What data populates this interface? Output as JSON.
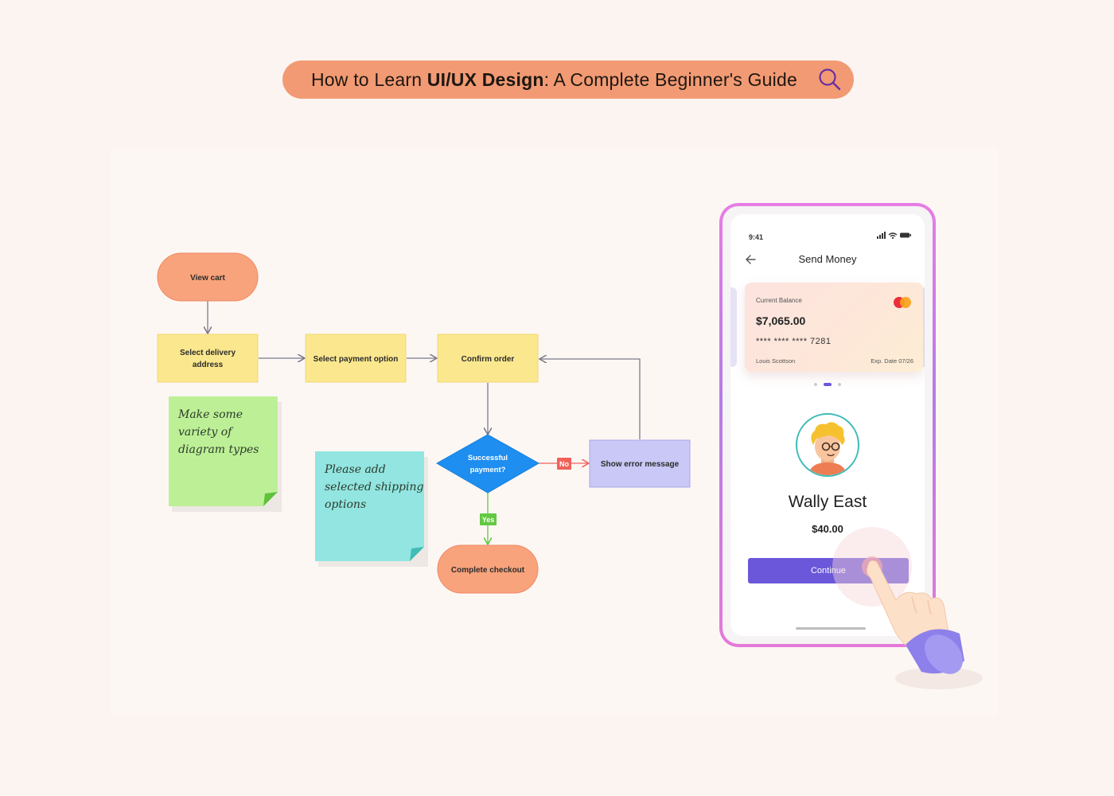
{
  "header": {
    "title_pre": "How to Learn ",
    "title_bold": "UI/UX Design",
    "title_post": ": A Complete Beginner's Guide",
    "search_icon": "search-icon",
    "pill_color": "#f29a73"
  },
  "flowchart": {
    "nodes": {
      "view_cart": "View cart",
      "select_delivery_1": "Select delivery",
      "select_delivery_2": "address",
      "select_payment": "Select payment option",
      "confirm_order": "Confirm order",
      "decision_1": "Successful",
      "decision_2": "payment?",
      "show_error": "Show error message",
      "complete_checkout": "Complete checkout"
    },
    "edge_labels": {
      "no": "No",
      "yes": "Yes"
    },
    "sticky_notes": {
      "green": [
        "Make some",
        "variety of",
        "diagram types"
      ],
      "teal": [
        "Please add",
        "selected shipping",
        "options"
      ]
    },
    "colors": {
      "terminal": "#f8a37c",
      "process": "#fbe88e",
      "decision": "#1e8ef0",
      "error": "#c9c8f6",
      "sticky_green": "#bdf096",
      "sticky_teal": "#92e5e0",
      "no_tag": "#f0615a",
      "yes_tag": "#63c842"
    }
  },
  "phone": {
    "status_time": "9:41",
    "screen_title": "Send Money",
    "card": {
      "label": "Current Balance",
      "balance": "$7,065.00",
      "number": "**** **** **** 7281",
      "holder": "Louis Scottson",
      "exp": "Exp. Date 07/26"
    },
    "recipient_name": "Wally East",
    "amount": "$40.00",
    "continue_label": "Continue",
    "accent_color": "#6a57d9"
  }
}
